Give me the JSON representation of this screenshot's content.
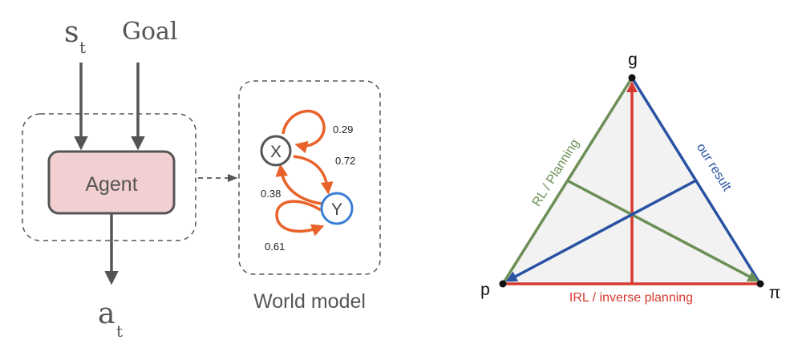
{
  "agent_diagram": {
    "state_label": "s",
    "state_subscript": "t",
    "goal_label": "Goal",
    "agent_label": "Agent",
    "action_label": "a",
    "action_subscript": "t"
  },
  "world_model": {
    "caption": "World model",
    "node_x": "X",
    "node_y": "Y",
    "prob_x_self": "0.29",
    "prob_x_to_y": "0.72",
    "prob_y_to_x": "0.38",
    "prob_y_self": "0.61"
  },
  "triangle": {
    "vertex_top": "g",
    "vertex_left": "p",
    "vertex_right": "π",
    "edge_left": "RL / Planning",
    "edge_right": "our result",
    "edge_bottom": "IRL / inverse planning"
  },
  "colors": {
    "arrow_gray": "#555555",
    "agent_fill": "#f2cfd0",
    "orange": "#e8622a",
    "blue_node": "#3a7fd5",
    "green": "#6b8f55",
    "blue_line": "#2952a3",
    "red": "#d63a2f",
    "triangle_fill": "#f2f2f2"
  }
}
